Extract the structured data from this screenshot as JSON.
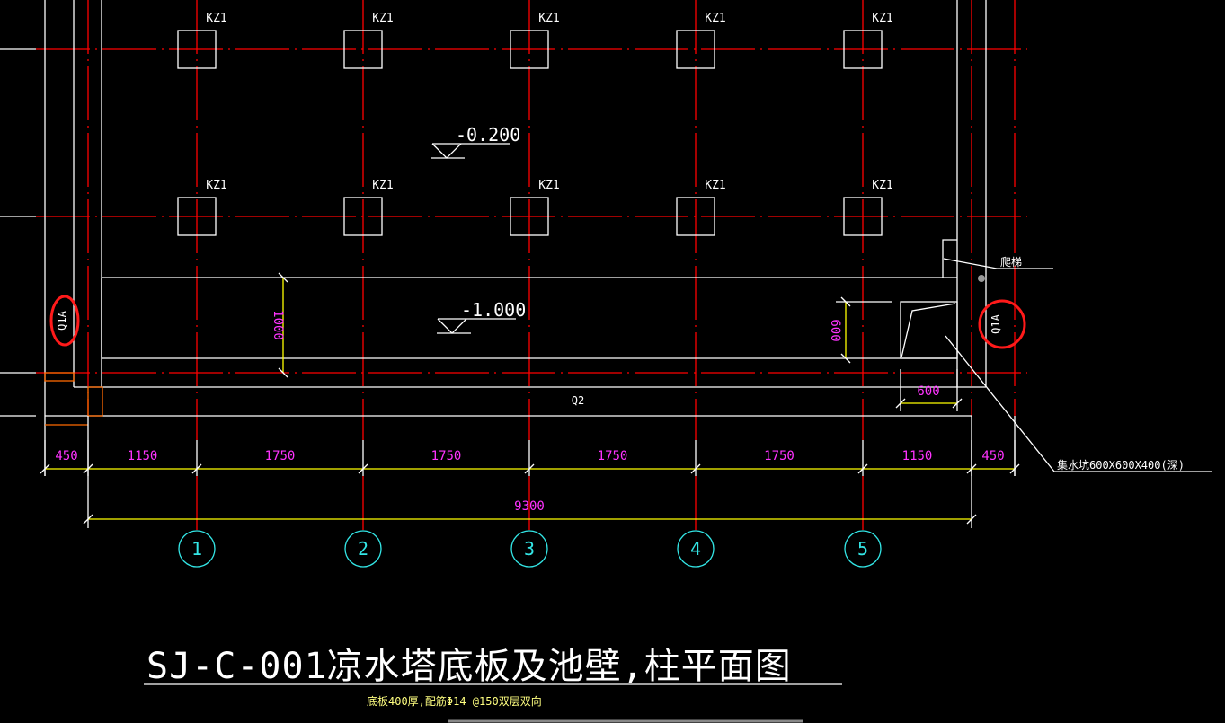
{
  "drawing": {
    "title": "SJ-C-001凉水塔底板及池壁,柱平面图",
    "subtitle": "底板400厚,配筋Φ14 @150双层双向",
    "columns": [
      {
        "label": "KZ1"
      },
      {
        "label": "KZ1"
      },
      {
        "label": "KZ1"
      },
      {
        "label": "KZ1"
      },
      {
        "label": "KZ1"
      },
      {
        "label": "KZ1"
      },
      {
        "label": "KZ1"
      },
      {
        "label": "KZ1"
      },
      {
        "label": "KZ1"
      },
      {
        "label": "KZ1"
      }
    ],
    "elevations": {
      "upper": "-0.200",
      "lower": "-1.000"
    },
    "walls": {
      "left": "Q1A",
      "right": "Q1A",
      "bottom": "Q2"
    },
    "ladder_label": "爬梯",
    "sump_label": "集水坑600X600X400(深)",
    "dims": {
      "trench_depth": "1000",
      "sump_height": "600",
      "sump_width": "600",
      "segments": [
        "450",
        "1150",
        "1750",
        "1750",
        "1750",
        "1750",
        "1150",
        "450"
      ],
      "total": "9300"
    },
    "axes": [
      "1",
      "2",
      "3",
      "4",
      "5"
    ],
    "colors": {
      "background": "#000000",
      "axis_line": "#ff0000",
      "outline": "#ffffff",
      "dimension_text": "#ff33ff",
      "dimension_line": "#ffff00",
      "axis_bubble": "#33e6e6",
      "highlight": "#ff1a1a"
    }
  }
}
